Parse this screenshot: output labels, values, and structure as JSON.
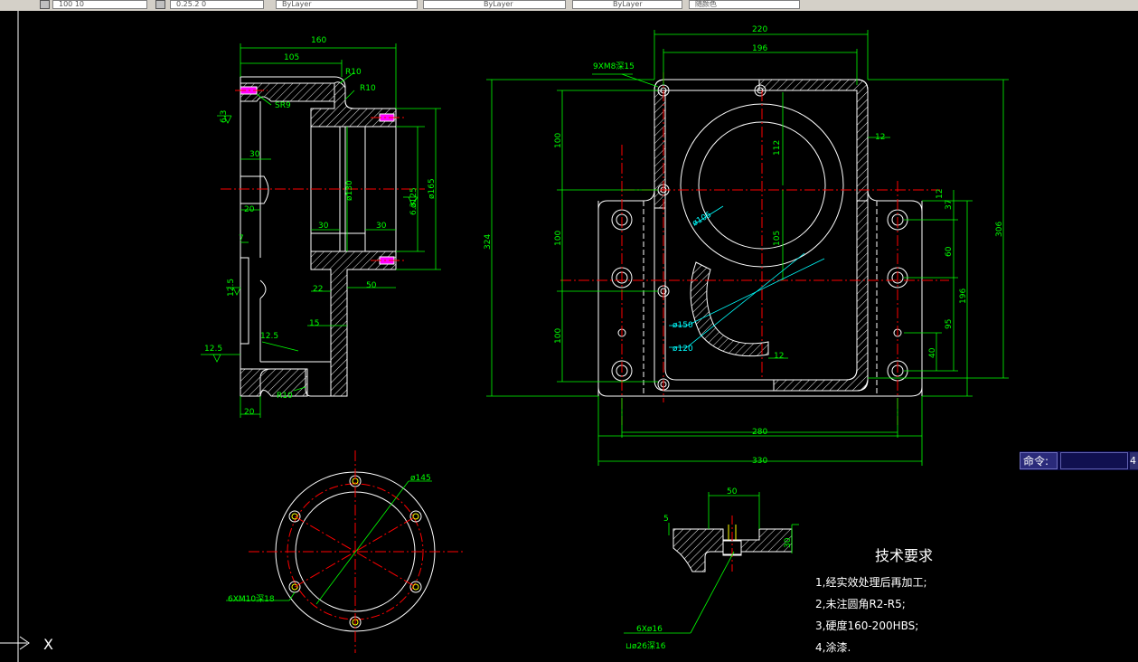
{
  "toolbar": {
    "layer_value": "100 10",
    "style_value": "0.25.2 0",
    "linetype": "ByLayer",
    "lineweight": "ByLayer",
    "color": "ByLayer",
    "plot_style": "随颜色"
  },
  "command": {
    "label": "命令:",
    "button": "4"
  },
  "ucs": {
    "label": "X"
  },
  "colors": {
    "bg": "#000000",
    "dim": "#00ff00",
    "part": "#ffffff",
    "center": "#ff0000",
    "cyan": "#00ffff"
  },
  "dims": {
    "side": {
      "d160": "160",
      "d105": "105",
      "r10a": "R10",
      "r10b": "R10",
      "sr9": "SR9",
      "d6_3a": "6.3",
      "d30a": "30",
      "d20a": "20",
      "d7": "7",
      "d12_5a": "12.5",
      "d12_5b": "12.5",
      "d12_5c": "12.5",
      "d22": "22",
      "d15": "15",
      "d30b": "30",
      "d30c": "30",
      "d50": "50",
      "phi130": "ø130",
      "phi125": "ø125",
      "phi165": "ø165",
      "d6_3b": "6.3",
      "r10c": "R10",
      "d20b": "20"
    },
    "front": {
      "d220": "220",
      "d196": "196",
      "m8": "9XM8深15",
      "d100a": "100",
      "d112": "112",
      "d12a": "12",
      "d12b": "12",
      "d37": "37",
      "d100b": "100",
      "d105": "105",
      "d60": "60",
      "d196v": "196",
      "d306": "306",
      "d324": "324",
      "d100c": "100",
      "d95": "95",
      "d40": "40",
      "phi150": "ø150",
      "phi120": "ø120",
      "phi105": "ø105",
      "d12c": "12",
      "d280": "280",
      "d330": "330"
    },
    "flange": {
      "phi145": "ø145",
      "m10": "6XM10深18"
    },
    "detail": {
      "d50": "50",
      "d5": "5",
      "d30": "30",
      "hole_a": "6Xø16",
      "hole_b": "⊔ø26深16"
    }
  },
  "notes": {
    "title": "技术要求",
    "items": [
      "1,经实效处理后再加工;",
      "2,未注圆角R2-R5;",
      "3,硬度160-200HBS;",
      "4,涂漆."
    ]
  }
}
